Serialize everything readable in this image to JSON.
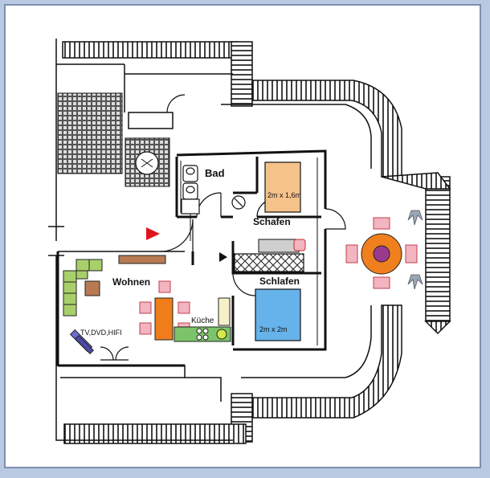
{
  "plan": {
    "rooms": {
      "bad": "Bad",
      "schafen": "Schafen",
      "schlafen": "Schlafen",
      "wohnen": "Wohnen",
      "kueche": "Küche"
    },
    "labels": {
      "bed_small": "2m x 1,6m",
      "bed_large": "2m x 2m",
      "tv": "TV,DVD,HIFI"
    },
    "colors": {
      "bed_small": "#f5c28a",
      "bed_large": "#66b2ea",
      "sofa": "#a8d06a",
      "table_orange": "#ef7d1a",
      "chair_pink": "#f3b5c0",
      "round_table": "#f07f1d",
      "round_table_center": "#9b3a8c",
      "sideboard": "#b87a52",
      "arrow_red": "#e0141a",
      "kitchen_green": "#7cc46a",
      "tv_blue": "#6f6ad0"
    }
  }
}
